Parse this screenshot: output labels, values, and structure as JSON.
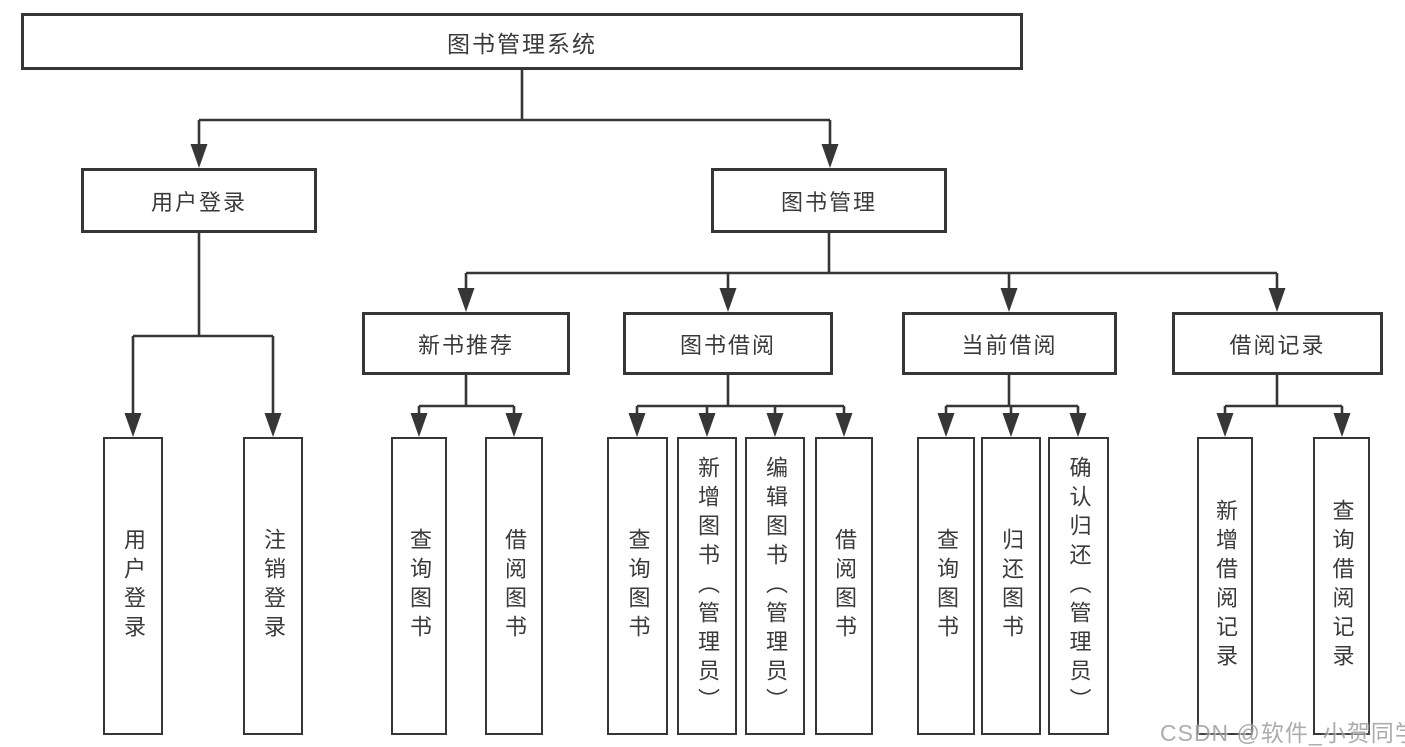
{
  "colors": {
    "line": "#363636",
    "text": "#3a3a3a",
    "background": "#ffffff",
    "watermark": "#9e9e9e"
  },
  "tree": {
    "label": "图书管理系统",
    "children": [
      {
        "label": "用户登录",
        "children": [
          {
            "label": "用户登录"
          },
          {
            "label": "注销登录"
          }
        ]
      },
      {
        "label": "图书管理",
        "children": [
          {
            "label": "新书推荐",
            "children": [
              {
                "label": "查询图书"
              },
              {
                "label": "借阅图书"
              }
            ]
          },
          {
            "label": "图书借阅",
            "children": [
              {
                "label": "查询图书"
              },
              {
                "label": "新增图书（管理员）"
              },
              {
                "label": "编辑图书（管理员）"
              },
              {
                "label": "借阅图书"
              }
            ]
          },
          {
            "label": "当前借阅",
            "children": [
              {
                "label": "查询图书"
              },
              {
                "label": "归还图书"
              },
              {
                "label": "确认归还（管理员）"
              }
            ]
          },
          {
            "label": "借阅记录",
            "children": [
              {
                "label": "新增借阅记录"
              },
              {
                "label": "查询借阅记录"
              }
            ]
          }
        ]
      }
    ]
  },
  "watermark": "CSDN @软件_小贺同学"
}
